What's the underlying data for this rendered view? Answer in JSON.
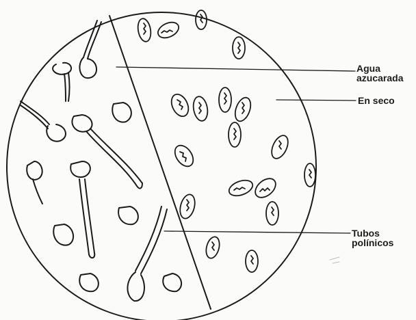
{
  "labels": {
    "agua_line1": "Agua",
    "agua_line2": "azucarada",
    "seco": "En seco",
    "tubos_line1": "Tubos",
    "tubos_line2": "polínicos"
  }
}
